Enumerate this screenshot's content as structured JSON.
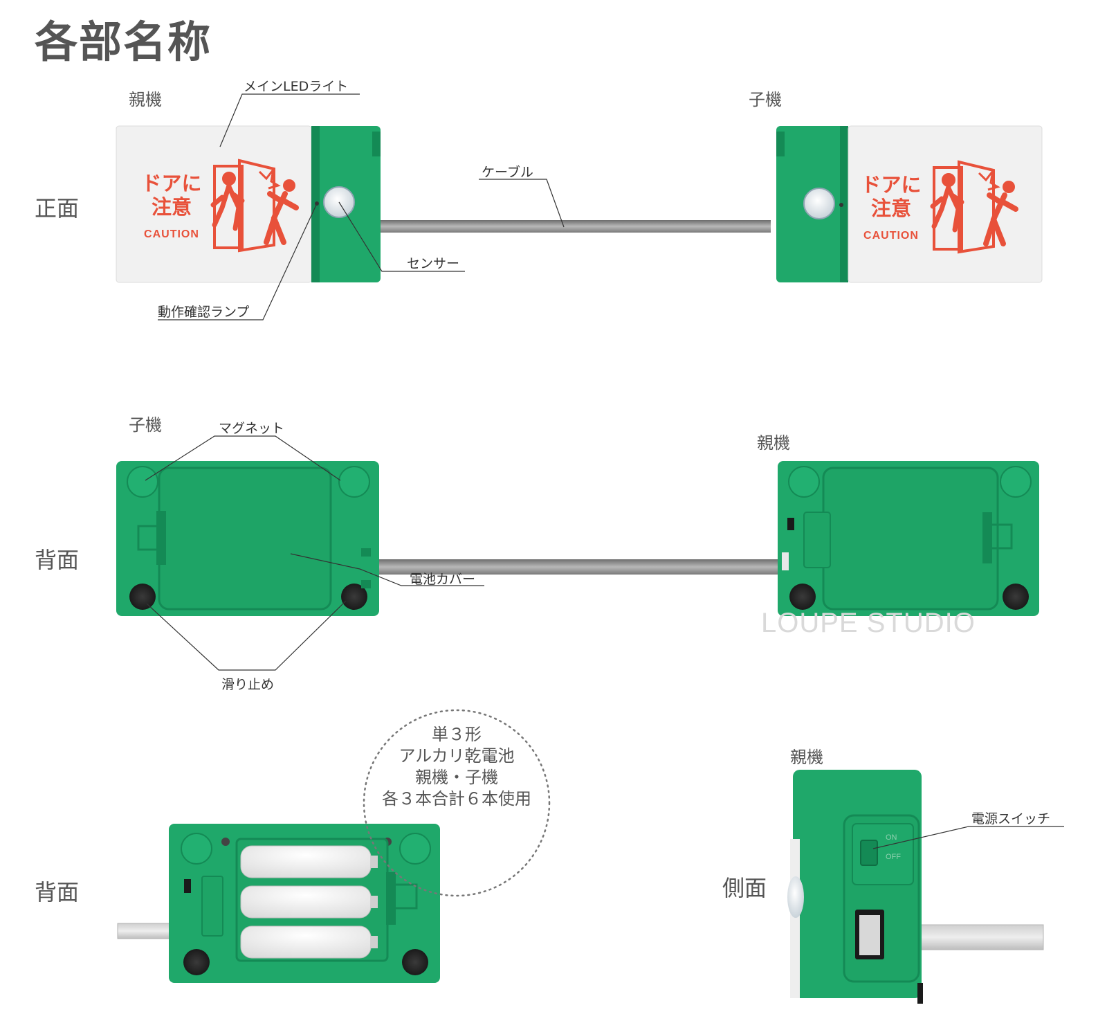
{
  "title": "各部名称",
  "rows": {
    "front": "正面",
    "back": "背面",
    "back2": "背面",
    "side": "側面"
  },
  "units": {
    "front_parent": "親機",
    "front_child": "子機",
    "back_child": "子機",
    "back_parent": "親機",
    "side_parent": "親機"
  },
  "callouts": {
    "main_led": "メインLEDライト",
    "cable": "ケーブル",
    "sensor": "センサー",
    "indicator": "動作確認ランプ",
    "magnet": "マグネット",
    "battery_cover": "電池カバー",
    "non_slip": "滑り止め",
    "power_switch": "電源スイッチ"
  },
  "sign": {
    "line1": "ドアに",
    "line2": "注意",
    "en": "CAUTION"
  },
  "battery_note": {
    "line1": "単３形",
    "line2": "アルカリ乾電池",
    "line3": "親機・子機",
    "line4": "各３本合計６本使用"
  },
  "switch": {
    "on": "ON",
    "off": "OFF"
  },
  "watermark": "LOUPE STUDIO",
  "colors": {
    "body_green": "#1fa86a",
    "body_dark": "#148a55",
    "sign_red": "#e8513a",
    "panel": "#f1f1f1",
    "cable": "#9a9a9a"
  }
}
